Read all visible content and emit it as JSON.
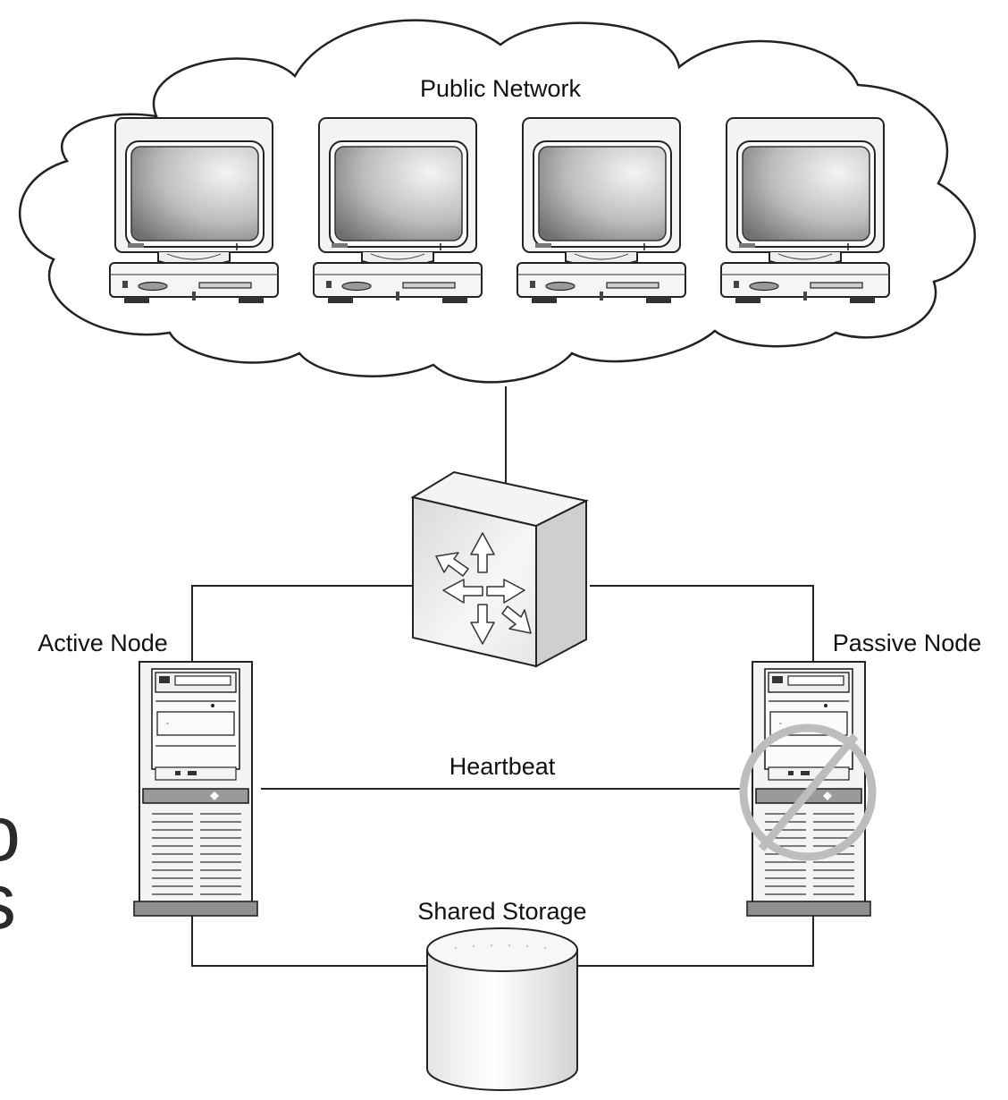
{
  "diagram": {
    "labels": {
      "public_network": "Public Network",
      "active_node": "Active Node",
      "passive_node": "Passive Node",
      "heartbeat": "Heartbeat",
      "shared_storage": "Shared Storage"
    },
    "clipped_edge_text": {
      "line1": "o",
      "line2": "s"
    },
    "nodes": {
      "clients": [
        "client-1",
        "client-2",
        "client-3",
        "client-4"
      ],
      "router": "router",
      "active_server": "active",
      "passive_server": "passive",
      "storage": "shared-storage"
    },
    "colors": {
      "ink": "#222222",
      "disabled_symbol": "#bdbdbd",
      "screen_light": "#f2f2f2",
      "screen_dark": "#7a7a7a"
    }
  }
}
